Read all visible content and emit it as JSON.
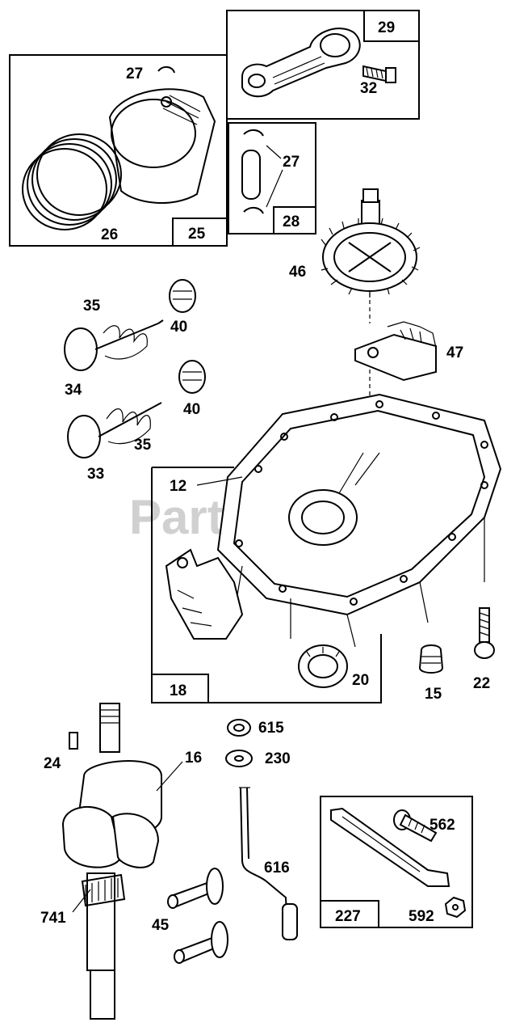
{
  "watermark": "PartsTree",
  "callouts": {
    "c29": "29",
    "c32": "32",
    "c27a": "27",
    "c25": "25",
    "c26": "26",
    "c27b": "27",
    "c28": "28",
    "c46": "46",
    "c35a": "35",
    "c40a": "40",
    "c47": "47",
    "c34": "34",
    "c40b": "40",
    "c35b": "35",
    "c33": "33",
    "c12": "12",
    "c18": "18",
    "c20": "20",
    "c15": "15",
    "c22": "22",
    "c615": "615",
    "c230": "230",
    "c16": "16",
    "c24": "24",
    "c562": "562",
    "c616": "616",
    "c741": "741",
    "c45": "45",
    "c227": "227",
    "c592": "592"
  },
  "parts": [
    "connecting-rod",
    "rod-bolt",
    "piston",
    "piston-ring-set",
    "retainer-clip",
    "piston-pin",
    "cam-gear",
    "governor-gear",
    "intake-valve",
    "exhaust-valve",
    "valve-spring",
    "valve-retainer",
    "cylinder-block",
    "oil-seal",
    "breather-plug",
    "crankcase-bolt",
    "crankshaft",
    "crank-key",
    "timing-gear",
    "tappet",
    "governor-crank",
    "washer",
    "link-lever",
    "screw",
    "nut"
  ]
}
